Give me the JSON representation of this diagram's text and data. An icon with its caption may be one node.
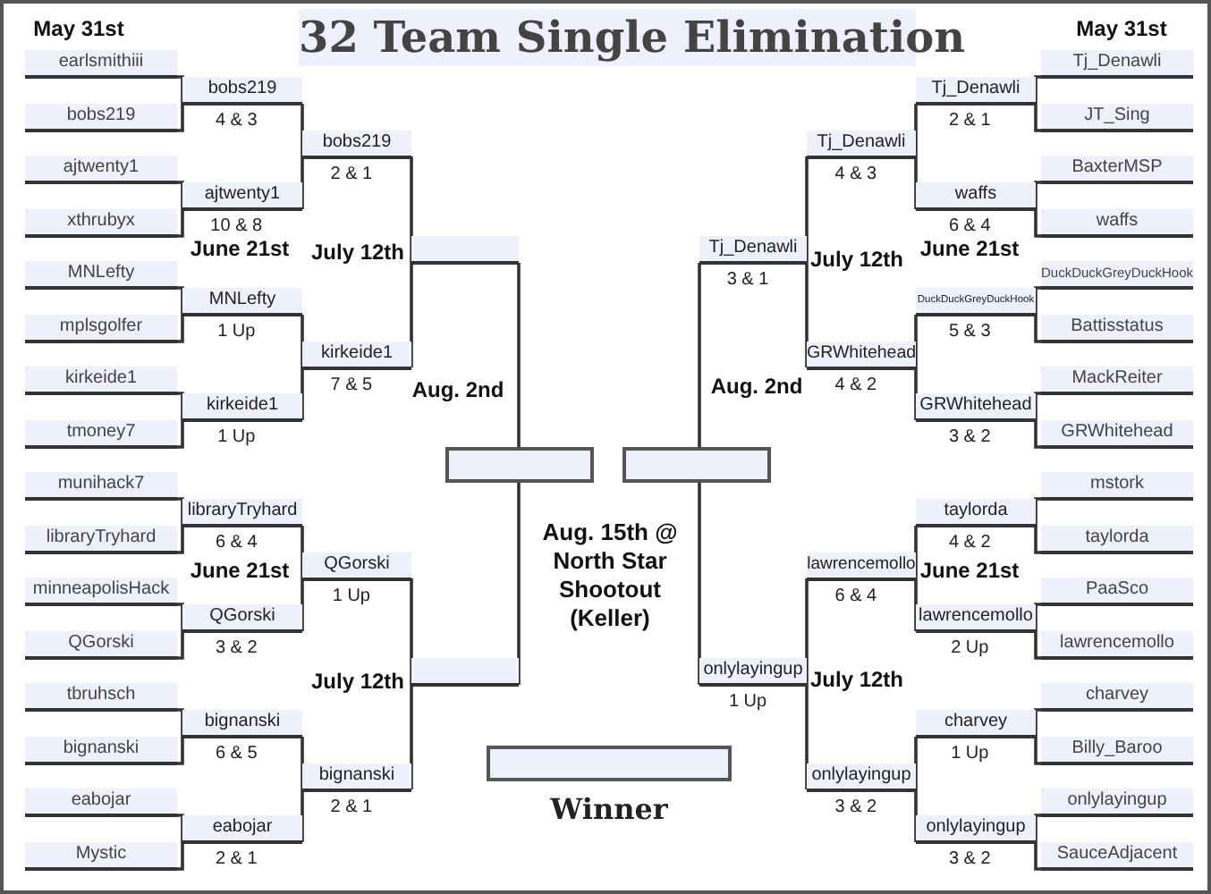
{
  "diagram": {
    "title": "32 Team Single Elimination",
    "nodes": [
      {
        "text": [
          "earlsmithiii"
        ]
      },
      {
        "text": [
          "bobs219"
        ]
      },
      {
        "text": [
          "ajtwenty1"
        ]
      },
      {
        "text": [
          "xthrubyx"
        ]
      },
      {
        "text": [
          "MNLefty"
        ]
      },
      {
        "text": [
          "mplsgolfer"
        ]
      },
      {
        "text": [
          "kirkeide1"
        ]
      },
      {
        "text": [
          "tmoney7"
        ]
      },
      {
        "text": [
          "munihack7"
        ]
      },
      {
        "text": [
          "libraryTryhard"
        ]
      },
      {
        "text": [
          "minneapolisHack"
        ]
      },
      {
        "text": [
          "QGorski"
        ]
      },
      {
        "text": [
          "tbruhsch"
        ]
      },
      {
        "text": [
          "bignanski"
        ]
      },
      {
        "text": [
          "eabojar"
        ]
      },
      {
        "text": [
          "Mystic"
        ]
      },
      {
        "text": [
          "bobs219"
        ],
        "beside": [
          "4 & 3"
        ]
      },
      {
        "text": [
          "ajtwenty1"
        ],
        "beside": [
          "10 & 8"
        ]
      },
      {
        "text": [
          "MNLefty"
        ],
        "beside": [
          "1 Up"
        ]
      },
      {
        "text": [
          "kirkeide1"
        ],
        "beside": [
          "1 Up"
        ]
      },
      {
        "text": [
          "libraryTryhard"
        ],
        "beside": [
          "6 & 4"
        ]
      },
      {
        "text": [
          "QGorski"
        ],
        "beside": [
          "3 & 2"
        ]
      },
      {
        "text": [
          "bignanski"
        ],
        "beside": [
          "6 & 5"
        ]
      },
      {
        "text": [
          "eabojar"
        ],
        "beside": [
          "2 & 1"
        ]
      },
      {
        "text": [
          "bobs219"
        ],
        "beside": [
          "2 & 1"
        ]
      },
      {
        "text": [
          "kirkeide1"
        ],
        "beside": [
          "7 & 5"
        ]
      },
      {
        "text": [
          "QGorski"
        ],
        "beside": [
          "1 Up"
        ]
      },
      {
        "text": [
          "bignanski"
        ],
        "beside": [
          "2 & 1"
        ]
      },
      {
        "text": [],
        "shape": "bar"
      },
      {
        "text": [],
        "shape": "bar"
      },
      {
        "text": [],
        "shape": "box"
      },
      {
        "text": [],
        "shape": "box"
      },
      {
        "text": [],
        "shape": "box",
        "beside": [
          "Winner"
        ]
      },
      {
        "text": [
          "Tj_Denawli"
        ],
        "beside": [
          "3 & 1"
        ]
      },
      {
        "text": [
          "onlylayingup"
        ],
        "beside": [
          "1 Up"
        ]
      },
      {
        "text": [
          "Tj_Denawli"
        ],
        "beside": [
          "4 & 3"
        ]
      },
      {
        "text": [
          "GRWhitehead"
        ],
        "beside": [
          "4 & 2"
        ]
      },
      {
        "text": [
          "lawrencemollo"
        ],
        "beside": [
          "6 & 4"
        ]
      },
      {
        "text": [
          "onlylayingup"
        ],
        "beside": [
          "3 & 2"
        ]
      },
      {
        "text": [
          "Tj_Denawli"
        ],
        "beside": [
          "2 & 1"
        ]
      },
      {
        "text": [
          "waffs"
        ],
        "beside": [
          "6 & 4"
        ]
      },
      {
        "text": [
          "DuckDuckGreyDuckHook"
        ],
        "beside": [
          "5 & 3"
        ]
      },
      {
        "text": [
          "GRWhitehead"
        ],
        "beside": [
          "3 & 2"
        ]
      },
      {
        "text": [
          "taylorda"
        ],
        "beside": [
          "4 & 2"
        ]
      },
      {
        "text": [
          "lawrencemollo"
        ],
        "beside": [
          "2 Up"
        ]
      },
      {
        "text": [
          "charvey"
        ],
        "beside": [
          "1 Up"
        ]
      },
      {
        "text": [
          "onlylayingup"
        ],
        "beside": [
          "3 & 2"
        ]
      },
      {
        "text": [
          "Tj_Denawli"
        ]
      },
      {
        "text": [
          "JT_Sing"
        ]
      },
      {
        "text": [
          "BaxterMSP"
        ]
      },
      {
        "text": [
          "waffs"
        ]
      },
      {
        "text": [
          "DuckDuckGreyDuckHook"
        ]
      },
      {
        "text": [
          "Battisstatus"
        ]
      },
      {
        "text": [
          "MackReiter"
        ]
      },
      {
        "text": [
          "GRWhitehead"
        ]
      },
      {
        "text": [
          "mstork"
        ]
      },
      {
        "text": [
          "taylorda"
        ]
      },
      {
        "text": [
          "PaaSco"
        ]
      },
      {
        "text": [
          "lawrencemollo"
        ]
      },
      {
        "text": [
          "charvey"
        ]
      },
      {
        "text": [
          "Billy_Baroo"
        ]
      },
      {
        "text": [
          "onlylayingup"
        ]
      },
      {
        "text": [
          "SauceAdjacent"
        ]
      }
    ],
    "edges": [
      {
        "from": 0,
        "to": 16,
        "arrow": "none"
      },
      {
        "from": 1,
        "to": 16,
        "arrow": "none"
      },
      {
        "from": 2,
        "to": 17,
        "arrow": "none"
      },
      {
        "from": 3,
        "to": 17,
        "arrow": "none"
      },
      {
        "from": 4,
        "to": 18,
        "arrow": "none"
      },
      {
        "from": 5,
        "to": 18,
        "arrow": "none"
      },
      {
        "from": 6,
        "to": 19,
        "arrow": "none"
      },
      {
        "from": 7,
        "to": 19,
        "arrow": "none"
      },
      {
        "from": 8,
        "to": 20,
        "arrow": "none"
      },
      {
        "from": 9,
        "to": 20,
        "arrow": "none"
      },
      {
        "from": 10,
        "to": 21,
        "arrow": "none"
      },
      {
        "from": 11,
        "to": 21,
        "arrow": "none"
      },
      {
        "from": 12,
        "to": 22,
        "arrow": "none"
      },
      {
        "from": 13,
        "to": 22,
        "arrow": "none"
      },
      {
        "from": 14,
        "to": 23,
        "arrow": "none"
      },
      {
        "from": 15,
        "to": 23,
        "arrow": "none"
      },
      {
        "from": 16,
        "to": 24,
        "arrow": "none"
      },
      {
        "from": 17,
        "to": 24,
        "arrow": "none"
      },
      {
        "from": 18,
        "to": 25,
        "arrow": "none"
      },
      {
        "from": 19,
        "to": 25,
        "arrow": "none"
      },
      {
        "from": 20,
        "to": 26,
        "arrow": "none"
      },
      {
        "from": 21,
        "to": 26,
        "arrow": "none"
      },
      {
        "from": 22,
        "to": 27,
        "arrow": "none"
      },
      {
        "from": 23,
        "to": 27,
        "arrow": "none"
      },
      {
        "from": 24,
        "to": 28,
        "arrow": "none"
      },
      {
        "from": 25,
        "to": 28,
        "arrow": "none"
      },
      {
        "from": 26,
        "to": 29,
        "arrow": "none"
      },
      {
        "from": 27,
        "to": 29,
        "arrow": "none"
      },
      {
        "from": 28,
        "to": 30,
        "arrow": "none"
      },
      {
        "from": 29,
        "to": 30,
        "arrow": "none"
      },
      {
        "from": 33,
        "to": 31,
        "arrow": "none"
      },
      {
        "from": 34,
        "to": 31,
        "arrow": "none"
      },
      {
        "from": 35,
        "to": 33,
        "arrow": "none"
      },
      {
        "from": 36,
        "to": 33,
        "arrow": "none"
      },
      {
        "from": 37,
        "to": 34,
        "arrow": "none"
      },
      {
        "from": 38,
        "to": 34,
        "arrow": "none"
      },
      {
        "from": 39,
        "to": 35,
        "arrow": "none"
      },
      {
        "from": 40,
        "to": 35,
        "arrow": "none"
      },
      {
        "from": 41,
        "to": 36,
        "arrow": "none"
      },
      {
        "from": 42,
        "to": 36,
        "arrow": "none"
      },
      {
        "from": 43,
        "to": 37,
        "arrow": "none"
      },
      {
        "from": 44,
        "to": 37,
        "arrow": "none"
      },
      {
        "from": 45,
        "to": 38,
        "arrow": "none"
      },
      {
        "from": 46,
        "to": 38,
        "arrow": "none"
      },
      {
        "from": 47,
        "to": 39,
        "arrow": "none"
      },
      {
        "from": 48,
        "to": 39,
        "arrow": "none"
      },
      {
        "from": 49,
        "to": 40,
        "arrow": "none"
      },
      {
        "from": 50,
        "to": 40,
        "arrow": "none"
      },
      {
        "from": 51,
        "to": 41,
        "arrow": "none"
      },
      {
        "from": 52,
        "to": 41,
        "arrow": "none"
      },
      {
        "from": 53,
        "to": 42,
        "arrow": "none"
      },
      {
        "from": 54,
        "to": 42,
        "arrow": "none"
      },
      {
        "from": 55,
        "to": 43,
        "arrow": "none"
      },
      {
        "from": 56,
        "to": 43,
        "arrow": "none"
      },
      {
        "from": 57,
        "to": 44,
        "arrow": "none"
      },
      {
        "from": 58,
        "to": 44,
        "arrow": "none"
      },
      {
        "from": 59,
        "to": 45,
        "arrow": "none"
      },
      {
        "from": 60,
        "to": 45,
        "arrow": "none"
      },
      {
        "from": 61,
        "to": 46,
        "arrow": "none"
      },
      {
        "from": 62,
        "to": 46,
        "arrow": "none"
      }
    ],
    "labels": [
      "May 31st",
      "May 31st",
      "June 21st",
      "July 12th",
      "July 12th",
      "June 21st",
      "Aug. 2nd",
      "Aug. 2nd",
      "June 21st",
      "Aug. 15th @ North Star Shootout (Keller)",
      "June 21st",
      "July 12th",
      "July 12th"
    ]
  }
}
